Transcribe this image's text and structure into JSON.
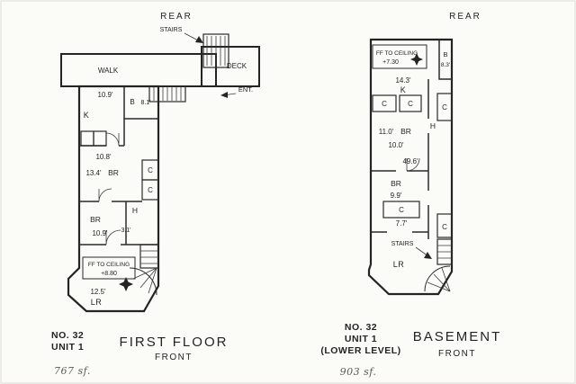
{
  "first_floor": {
    "rear": "REAR",
    "stairs": "STAIRS",
    "deck": "DECK",
    "walk": "WALK",
    "ent": "ENT.",
    "kitchen_width": "10.9'",
    "bath": "B",
    "bath_dim": "8.1'",
    "kitchen": "K",
    "br1_width": "10.8'",
    "br1_length": "13.4'",
    "br1": "BR",
    "closet1": "C",
    "closet2": "C",
    "hall": "H",
    "br2": "BR",
    "br2_width": "10.9'",
    "hall_width": "3.1'",
    "ff_line1": "FF TO CEILING",
    "ff_line2": "+8.80",
    "lr_width": "12.5'",
    "lr": "LR",
    "no": "NO. 32",
    "unit": "UNIT 1",
    "title": "FIRST FLOOR",
    "front": "FRONT",
    "area": "767 sf."
  },
  "basement": {
    "rear": "REAR",
    "ff_line1": "FF TO CEILING",
    "ff_line2": "+7.30",
    "bath": "B",
    "bath_dim": "8.3'",
    "kitchen_width": "14.3'",
    "kitchen": "K",
    "closet1": "C",
    "closet2": "C",
    "closet_right1": "C",
    "hall": "H",
    "br1_width": "11.0'",
    "br1": "BR",
    "br1_width2": "10.0'",
    "overall_depth": "49.6'",
    "br2": "BR",
    "br2_width": "9.9'",
    "closet3": "C",
    "closet3_width": "7.7'",
    "closet_right2": "C",
    "stairs": "STAIRS",
    "lr": "LR",
    "no": "NO. 32",
    "unit": "UNIT 1",
    "lower": "(LOWER LEVEL)",
    "title": "BASEMENT",
    "front": "FRONT",
    "area": "903 sf."
  }
}
